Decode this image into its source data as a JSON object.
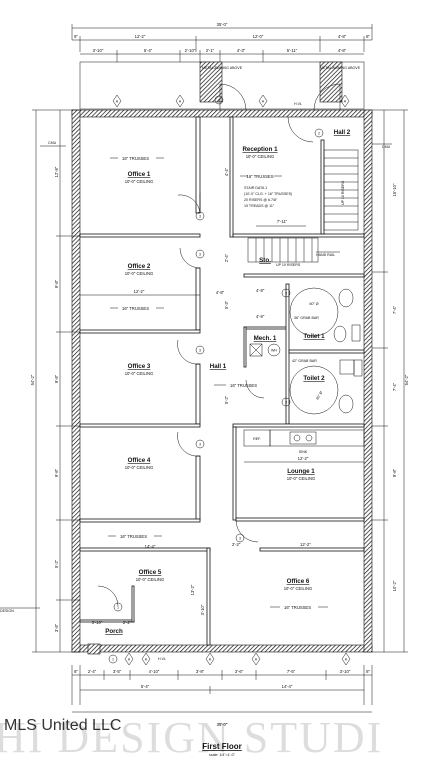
{
  "sheet": {
    "title": "First Floor",
    "scale": "scale: 1/4\"=1'-0\"",
    "watermark_brand": "MLS United LLC",
    "watermark_studio": "HI DESIGN STUDI"
  },
  "dimensions": {
    "overall_top": "35'-0\"",
    "overall_bottom": "35'-0\"",
    "top_segments": [
      "8\"",
      "12'-2\"",
      "12'-0\"",
      "4'-8\"",
      "8\""
    ],
    "top_sub_segments": [
      "3'-10\"",
      "5'-4\"",
      "2'-10\"",
      "2'-1\"",
      "4'-3\"",
      "5'-11\"",
      "4'-8\""
    ],
    "bottom_segments": [
      "8\"",
      "2'-4\"",
      "3'-5\"",
      "4'-10\"",
      "3'-8\"",
      "3'-6\"",
      "7'-5\"",
      "3'-10\"",
      "8\""
    ],
    "bottom_sub_segments": [
      "5'-4\"",
      "14'-4\""
    ],
    "left_overall": "54'-2\"",
    "right_overall": "54'-2\"",
    "left_segments": [
      "12'-8\"",
      "9'-8\"",
      "9'-8\"",
      "9'-8\"",
      "5'-2\"",
      "3'-8\""
    ],
    "right_segments": [
      "15'-10\"",
      "7'-4\"",
      "7'-4\"",
      "9'-8\"",
      "10'-2\""
    ],
    "inner_labels": [
      "12'-2\"",
      "4'-8\"",
      "4'-8\"",
      "4'-8\"",
      "5'-3\"",
      "5'-2\"",
      "14'-4\"",
      "2'-2\"",
      "12'-2\"",
      "12'-2\"",
      "13'-2\"",
      "3'-10\"",
      "2'-2\"",
      "7'-11\"",
      "2'-4\"",
      "4'-4\"",
      "3'-10\""
    ]
  },
  "labels": {
    "metal_awning_left": "METAL AWNING ABOVE",
    "metal_awning_right": "METAL AWNING ABOVE",
    "cmu_left": "CMU",
    "cmu_right": "CMU",
    "hvl_top": "H.VL",
    "hvl_bottom": "H.VL",
    "design_left": "DESIGN"
  },
  "rooms": {
    "office1": {
      "name": "Office 1",
      "ceiling": "10'-0\" CEILING",
      "trusses": "16\" TRUSSES"
    },
    "office2": {
      "name": "Office 2",
      "ceiling": "10'-0\" CEILING",
      "trusses": "16\" TRUSSES"
    },
    "office3": {
      "name": "Office 3",
      "ceiling": "10'-0\" CEILING"
    },
    "office4": {
      "name": "Office 4",
      "ceiling": "10'-0\" CEILING"
    },
    "office5": {
      "name": "Office 5",
      "ceiling": "10'-0\" CEILING",
      "trusses": "16\" TRUSSES"
    },
    "office6": {
      "name": "Office 6",
      "ceiling": "10'-0\" CEILING",
      "trusses": "16\" TRUSSES"
    },
    "reception": {
      "name": "Reception 1",
      "ceiling": "10'-0\" CEILING",
      "trusses": "16\" TRUSSES"
    },
    "hall1": {
      "name": "Hall 1",
      "trusses": "16\" TRUSSES"
    },
    "hall2": {
      "name": "Hall 2"
    },
    "storage": {
      "name": "Sto."
    },
    "mech": {
      "name": "Mech. 1"
    },
    "toilet1": {
      "name": "Toilet 1",
      "grab": "36\" GRAB BAR",
      "grab2": "42\" GRAB BAR"
    },
    "toilet2": {
      "name": "Toilet 2",
      "grab": "42\" GRAB BAR"
    },
    "lounge": {
      "name": "Lounge 1",
      "ceiling": "10'-0\" CEILING"
    },
    "porch": {
      "name": "Porch"
    }
  },
  "stair": {
    "data_title": "STAIR DATA 1",
    "line1": "(10'-0\" CLG. + 16\" TRUSSES)",
    "line2": "20 RISERS @ 6.7/8\"",
    "line3": "19 TREADS @ 11\"",
    "up_label": "UP 10 RISERS",
    "up_label2": "UP 10 RISERS",
    "hand_rail": "HAND RAIL"
  },
  "fixtures": {
    "ref": "REF.",
    "sink": "SINK",
    "wh": "WH",
    "dia_60_a": "60\" Ø",
    "dia_60_b": "60\" Ø"
  },
  "door_tags": [
    "1",
    "2",
    "3",
    "3",
    "3",
    "3",
    "3",
    "3",
    "3",
    "3",
    "3",
    "1",
    "1"
  ],
  "window_tags": [
    "A",
    "A",
    "A",
    "A",
    "A",
    "A",
    "A",
    "A",
    "A"
  ]
}
